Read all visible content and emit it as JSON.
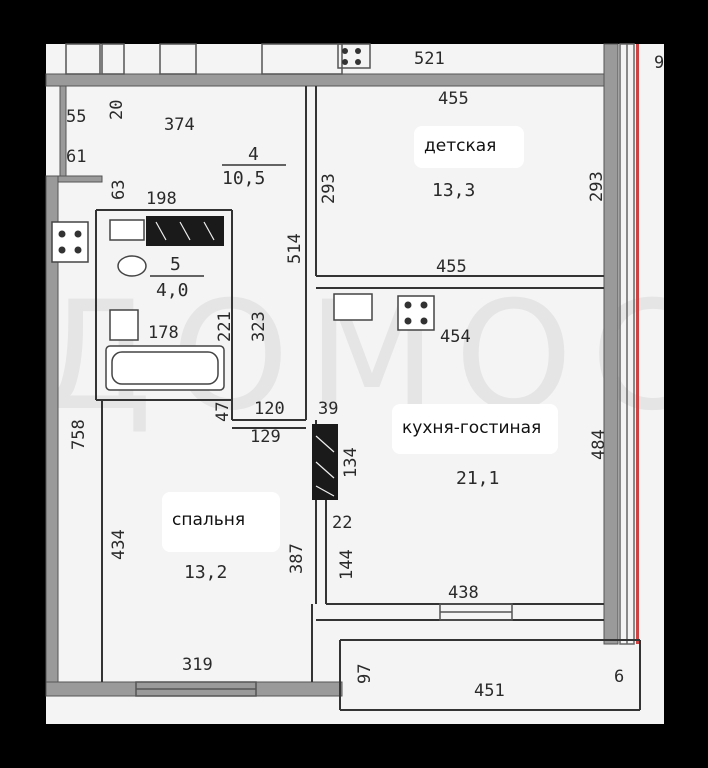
{
  "watermark": "ДОМОС",
  "rooms": {
    "children": {
      "label": "детская",
      "area": "13,3"
    },
    "kitchen_living": {
      "label": "кухня-гостиная",
      "area": "21,1"
    },
    "bedroom": {
      "label": "спальня",
      "area": "13,2"
    },
    "hall": {
      "number": "4",
      "area": "10,5"
    },
    "bathroom": {
      "number": "5",
      "area": "4,0"
    }
  },
  "dimensions": {
    "d521": "521",
    "d455_top": "455",
    "d55": "55",
    "d20": "20",
    "d374": "374",
    "d61": "61",
    "d63": "63",
    "d198": "198",
    "d293_left": "293",
    "d293_right": "293",
    "d514": "514",
    "d455_mid": "455",
    "d454": "454",
    "d221": "221",
    "d323": "323",
    "d178": "178",
    "d758": "758",
    "d47": "47",
    "d120": "120",
    "d39": "39",
    "d129": "129",
    "d134": "134",
    "d484": "484",
    "d434": "434",
    "d22": "22",
    "d387": "387",
    "d144": "144",
    "d438": "438",
    "d319": "319",
    "d97": "97",
    "d451": "451",
    "d6": "6",
    "d9": "9"
  }
}
